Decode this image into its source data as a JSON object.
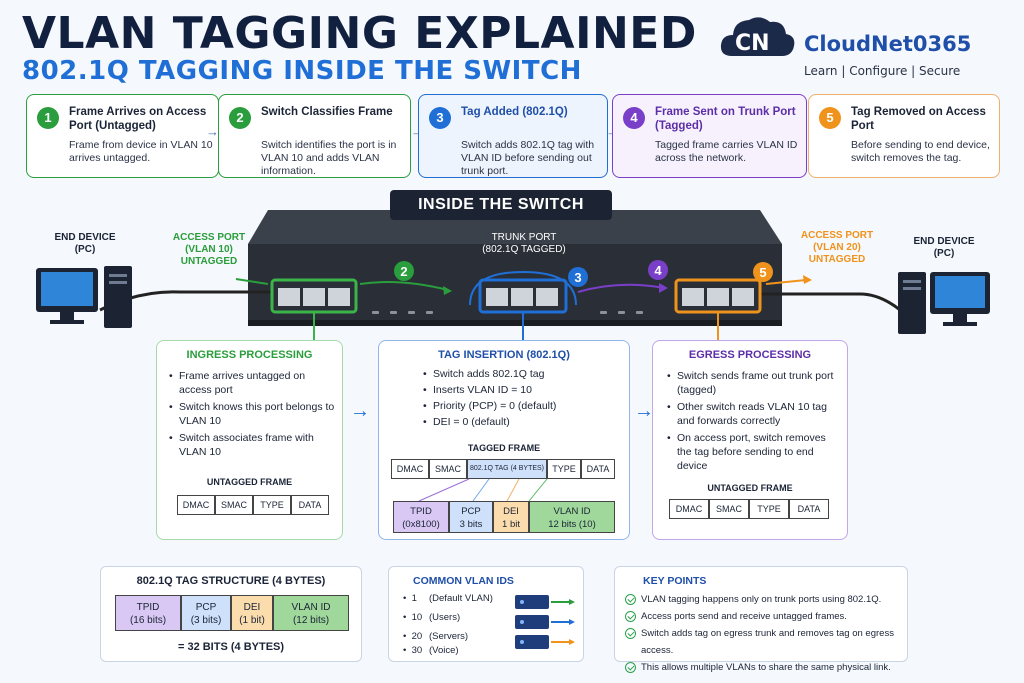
{
  "header": {
    "title": "VLAN TAGGING EXPLAINED",
    "subtitle": "802.1Q TAGGING INSIDE THE SWITCH"
  },
  "brand": {
    "logo_text": "CN",
    "name": "CloudNet0365",
    "tagline": "Learn  |  Configure  |  Secure"
  },
  "steps": [
    {
      "num": "1",
      "title": "Frame Arrives on Access Port (Untagged)",
      "desc": "Frame from device in VLAN 10 arrives untagged.",
      "color": "#2a9d3c"
    },
    {
      "num": "2",
      "title": "Switch Classifies Frame",
      "desc": "Switch identifies the port is in VLAN 10 and adds VLAN information.",
      "color": "#2a9d3c"
    },
    {
      "num": "3",
      "title": "Tag Added (802.1Q)",
      "desc": "Switch adds 802.1Q tag with VLAN ID before sending out trunk port.",
      "color": "#1f6fd6"
    },
    {
      "num": "4",
      "title": "Frame Sent on Trunk Port (Tagged)",
      "desc": "Tagged frame carries VLAN ID across the network.",
      "color": "#7a3fc9"
    },
    {
      "num": "5",
      "title": "Tag Removed on Access Port",
      "desc": "Before sending to end device, switch removes the tag.",
      "color": "#f0931c"
    }
  ],
  "switch": {
    "inside_label": "INSIDE THE SWITCH",
    "left_device": "END DEVICE\n(PC)",
    "right_device": "END DEVICE\n(PC)",
    "access_left": "ACCESS PORT\n(VLAN 10)\nUNTAGGED",
    "trunk": "TRUNK PORT\n(802.1Q TAGGED)",
    "access_right": "ACCESS PORT\n(VLAN 20)\nUNTAGGED",
    "flow_markers": [
      "2",
      "3",
      "4",
      "5"
    ]
  },
  "ingress": {
    "title": "INGRESS PROCESSING",
    "items": [
      "Frame arrives untagged on access port",
      "Switch knows this port belongs to VLAN 10",
      "Switch associates frame with VLAN 10"
    ],
    "frame_title": "UNTAGGED FRAME",
    "frame": [
      "DMAC",
      "SMAC",
      "TYPE",
      "DATA"
    ]
  },
  "insertion": {
    "title": "TAG INSERTION (802.1Q)",
    "items": [
      "Switch adds 802.1Q tag",
      "Inserts VLAN ID = 10",
      "Priority (PCP) = 0 (default)",
      "DEI = 0 (default)"
    ],
    "frame_title": "TAGGED FRAME",
    "frame": [
      "DMAC",
      "SMAC",
      "802.1Q TAG (4 BYTES)",
      "TYPE",
      "DATA"
    ],
    "fields": [
      {
        "name": "TPID",
        "value": "(0x8100)"
      },
      {
        "name": "PCP",
        "value": "3 bits"
      },
      {
        "name": "DEI",
        "value": "1 bit"
      },
      {
        "name": "VLAN ID",
        "value": "12 bits (10)"
      }
    ]
  },
  "egress": {
    "title": "EGRESS PROCESSING",
    "items": [
      "Switch sends frame out trunk port (tagged)",
      "Other switch reads VLAN 10 tag and forwards correctly",
      "On access port, switch removes the tag before sending to end device"
    ],
    "frame_title": "UNTAGGED FRAME",
    "frame": [
      "DMAC",
      "SMAC",
      "TYPE",
      "DATA"
    ]
  },
  "structure": {
    "title": "802.1Q TAG STRUCTURE (4 BYTES)",
    "fields": [
      {
        "name": "TPID",
        "value": "(16 bits)"
      },
      {
        "name": "PCP",
        "value": "(3 bits)"
      },
      {
        "name": "DEI",
        "value": "(1 bit)"
      },
      {
        "name": "VLAN ID",
        "value": "(12 bits)"
      }
    ],
    "total": "= 32 BITS (4 BYTES)"
  },
  "vlan_ids": {
    "title": "COMMON VLAN IDS",
    "rows": [
      {
        "id": "1",
        "desc": "(Default VLAN)"
      },
      {
        "id": "10",
        "desc": "(Users)"
      },
      {
        "id": "20",
        "desc": "(Servers)"
      },
      {
        "id": "30",
        "desc": "(Voice)"
      }
    ]
  },
  "key_points": {
    "title": "KEY POINTS",
    "items": [
      "VLAN tagging happens only on trunk ports using 802.1Q.",
      "Access ports send and receive untagged frames.",
      "Switch adds tag on egress trunk and removes tag on egress access.",
      "This allows multiple VLANs to share the same physical link."
    ]
  }
}
